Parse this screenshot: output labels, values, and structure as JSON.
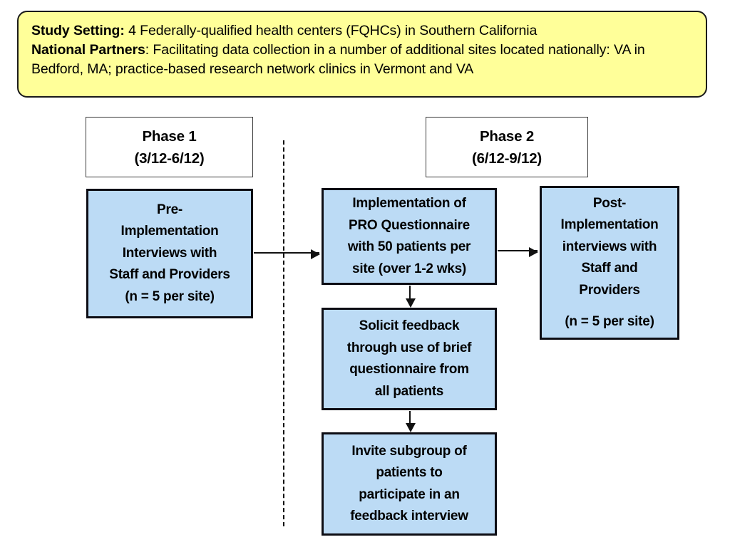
{
  "banner": {
    "lines": [
      {
        "lead": "Study Setting:",
        "rest": " 4 Federally-qualified health centers (FQHCs) in Southern California"
      },
      {
        "lead": "National Partners",
        "rest": ": Facilitating data collection in a number of additional sites located nationally: VA in Bedford, MA; practice-based research network clinics in Vermont and VA"
      }
    ],
    "fill_color": "#ffff99",
    "border_color": "#1a1a1a"
  },
  "phases": [
    {
      "title": "Phase 1",
      "dates": "(3/12-6/12)"
    },
    {
      "title": "Phase 2",
      "dates": "(6/12-9/12)"
    }
  ],
  "boxes": {
    "pre_implementation": {
      "lines": [
        "Pre-",
        "Implementation",
        "Interviews with",
        "Staff and Providers",
        "(n = 5 per site)"
      ]
    },
    "implementation": {
      "lines": [
        "Implementation of",
        "PRO Questionnaire",
        "with 50 patients per",
        "site (over 1-2 wks)"
      ]
    },
    "solicit_feedback": {
      "lines": [
        "Solicit feedback",
        "through use of brief",
        "questionnaire from",
        "all patients"
      ]
    },
    "invite_subgroup": {
      "lines": [
        "Invite subgroup of",
        "patients to",
        "participate in an",
        "feedback interview"
      ]
    },
    "post_implementation": {
      "lines": [
        "Post-",
        "Implementation",
        "interviews with",
        "Staff and",
        "Providers"
      ],
      "footer": "(n = 5 per site)"
    }
  },
  "colors": {
    "process_fill": "#bcdbf5",
    "process_border": "#0d0d14",
    "phase_border": "#3a3a3a",
    "arrow": "#111111",
    "divider": "#111111"
  },
  "chart_data": {
    "type": "diagram",
    "title": "Study design flow diagram",
    "nodes": [
      {
        "id": "phase1",
        "label": "Phase 1 (3/12-6/12)",
        "kind": "phase-header"
      },
      {
        "id": "phase2",
        "label": "Phase 2 (6/12-9/12)",
        "kind": "phase-header"
      },
      {
        "id": "pre",
        "label": "Pre-Implementation Interviews with Staff and Providers (n = 5 per site)",
        "kind": "process",
        "phase": "phase1"
      },
      {
        "id": "impl",
        "label": "Implementation of PRO Questionnaire with 50 patients per site (over 1-2 wks)",
        "kind": "process",
        "phase": "phase2"
      },
      {
        "id": "solicit",
        "label": "Solicit feedback through use of brief questionnaire from all patients",
        "kind": "process",
        "phase": "phase2"
      },
      {
        "id": "invite",
        "label": "Invite subgroup of patients to participate in an feedback interview",
        "kind": "process",
        "phase": "phase2"
      },
      {
        "id": "post",
        "label": "Post-Implementation interviews with Staff and Providers (n = 5 per site)",
        "kind": "process",
        "phase": "phase2"
      }
    ],
    "edges": [
      {
        "from": "pre",
        "to": "impl",
        "direction": "right"
      },
      {
        "from": "impl",
        "to": "post",
        "direction": "right"
      },
      {
        "from": "impl",
        "to": "solicit",
        "direction": "down"
      },
      {
        "from": "solicit",
        "to": "invite",
        "direction": "down"
      }
    ]
  }
}
